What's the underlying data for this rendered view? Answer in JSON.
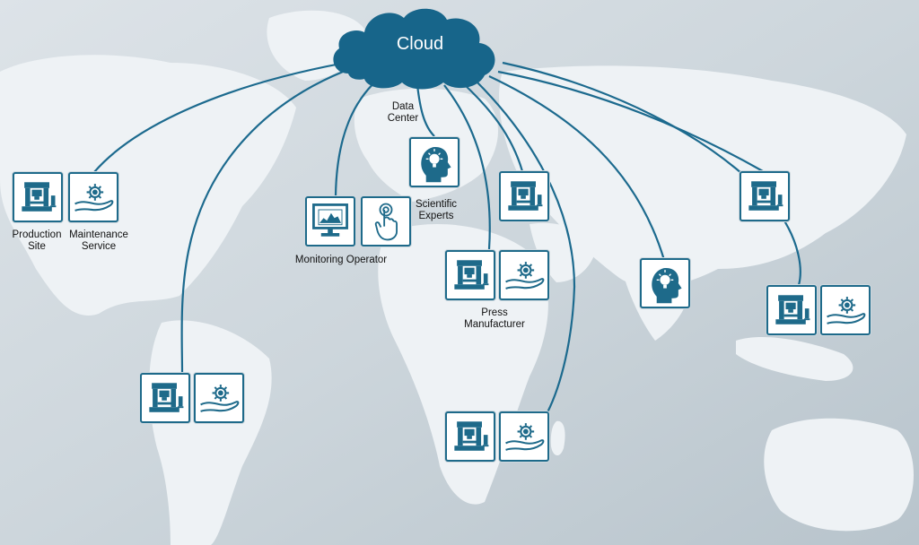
{
  "cloud": {
    "label": "Cloud"
  },
  "labels": {
    "data_center": [
      "Data",
      "Center"
    ],
    "production_site": [
      "Production",
      "Site"
    ],
    "maintenance_service": [
      "Maintenance",
      "Service"
    ],
    "monitoring_operator": "Monitoring Operator",
    "scientific_experts": [
      "Scientific",
      "Experts"
    ],
    "press_manufacturer": [
      "Press",
      "Manufacturer"
    ]
  },
  "icons": {
    "press": "press-machine-icon",
    "maintenance": "hand-gear-icon",
    "monitor": "monitor-chart-icon",
    "touch": "touch-finger-icon",
    "expert": "head-lightbulb-icon"
  },
  "colors": {
    "accent": "#1e6a8a",
    "cloud": "#17658a",
    "map_land": "#f1f4f6",
    "map_ocean": "#c9d3da"
  }
}
